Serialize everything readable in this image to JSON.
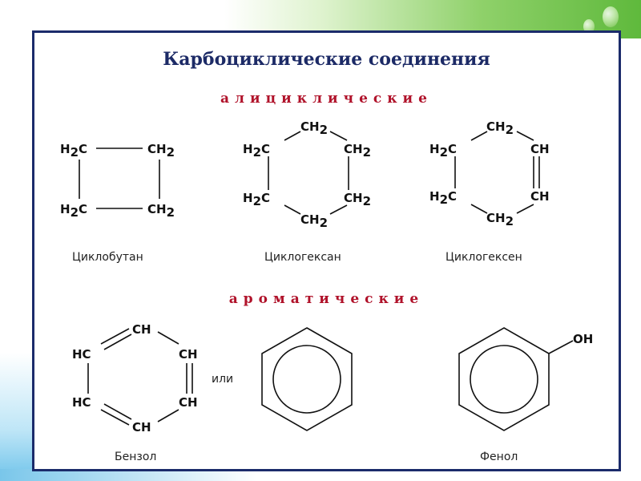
{
  "title": "Карбоциклические соединения",
  "sections": {
    "alicyclic": "алициклические",
    "aromatic": "ароматические"
  },
  "labels": {
    "h2c": "H",
    "c": "C",
    "ch": "CH",
    "hc": "HC",
    "two": "2",
    "ili": "или",
    "oh": "OH"
  },
  "compounds": {
    "cyclobutane": "Циклобутан",
    "cyclohexane": "Циклогексан",
    "cyclohexene": "Циклогексен",
    "benzene": "Бензол",
    "phenol": "Фенол"
  }
}
